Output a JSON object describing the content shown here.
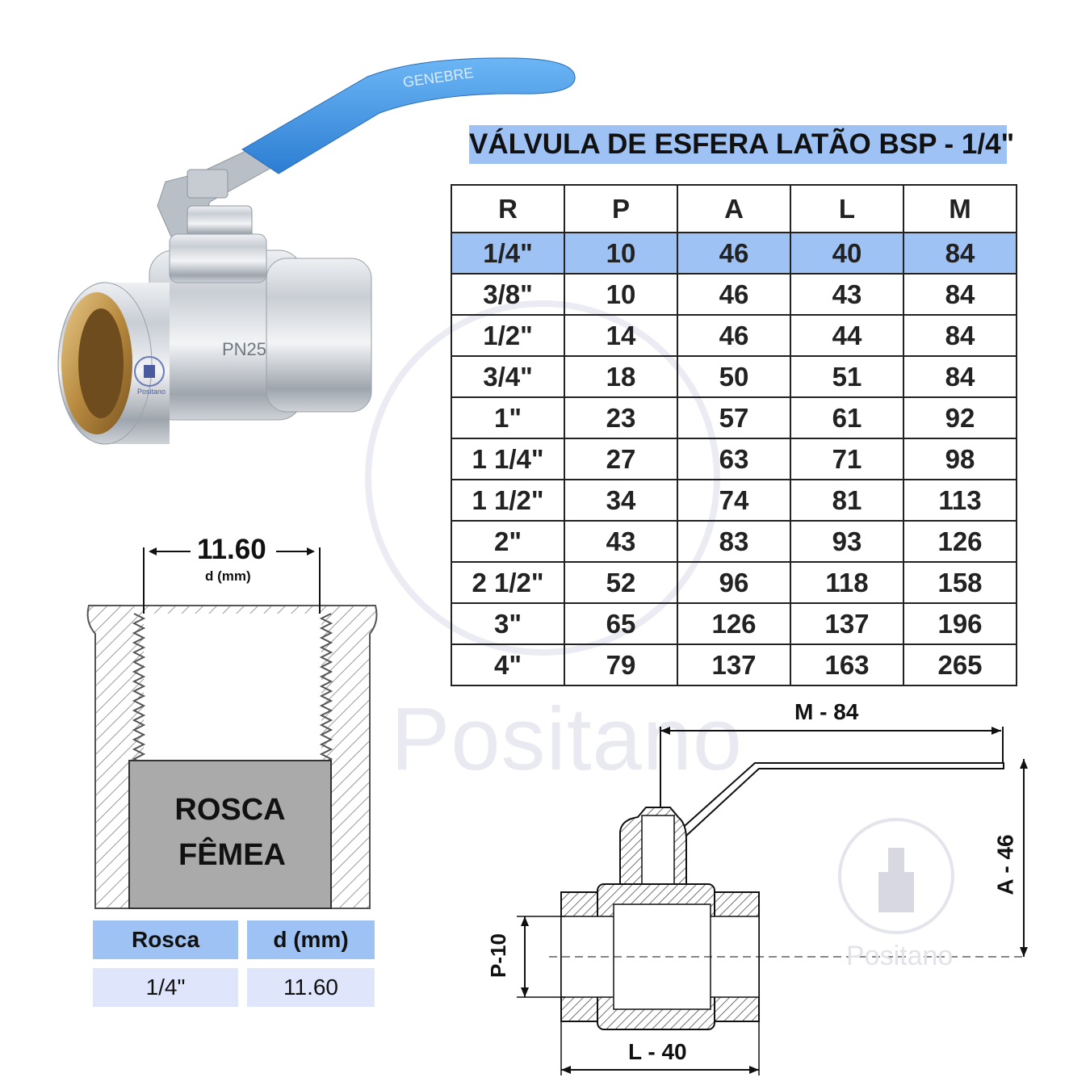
{
  "title": "VÁLVULA DE ESFERA LATÃO BSP - 1/4\"",
  "watermark": {
    "brand": "Positano"
  },
  "valve_photo": {
    "handle_text": "GENEBRE",
    "body_text": "PN25",
    "logo_text": "Positano"
  },
  "spec_table": {
    "headers": [
      "R",
      "P",
      "A",
      "L",
      "M"
    ],
    "rows": [
      [
        "1/4\"",
        "10",
        "46",
        "40",
        "84"
      ],
      [
        "3/8\"",
        "10",
        "46",
        "43",
        "84"
      ],
      [
        "1/2\"",
        "14",
        "46",
        "44",
        "84"
      ],
      [
        "3/4\"",
        "18",
        "50",
        "51",
        "84"
      ],
      [
        "1\"",
        "23",
        "57",
        "61",
        "92"
      ],
      [
        "1 1/4\"",
        "27",
        "63",
        "71",
        "98"
      ],
      [
        "1 1/2\"",
        "34",
        "74",
        "81",
        "113"
      ],
      [
        "2\"",
        "43",
        "83",
        "93",
        "126"
      ],
      [
        "2 1/2\"",
        "52",
        "96",
        "118",
        "158"
      ],
      [
        "3\"",
        "65",
        "126",
        "137",
        "196"
      ],
      [
        "4\"",
        "79",
        "137",
        "163",
        "265"
      ]
    ],
    "highlight_row": 0
  },
  "thread_diagram": {
    "dimension_value": "11.60",
    "dimension_unit": "d (mm)",
    "label_line1": "ROSCA",
    "label_line2": "FÊMEA"
  },
  "thread_table": {
    "header_thread": "Rosca",
    "header_d": "d (mm)",
    "value_thread": "1/4\"",
    "value_d": "11.60"
  },
  "technical_drawing": {
    "dim_m": "M - 84",
    "dim_a": "A - 46",
    "dim_p": "P-10",
    "dim_l": "L - 40",
    "logo_text": "Positano"
  },
  "colors": {
    "highlight": "#9fc2f5",
    "handle_blue": "#3d8fe0",
    "light_blue": "#dfe6fb"
  }
}
